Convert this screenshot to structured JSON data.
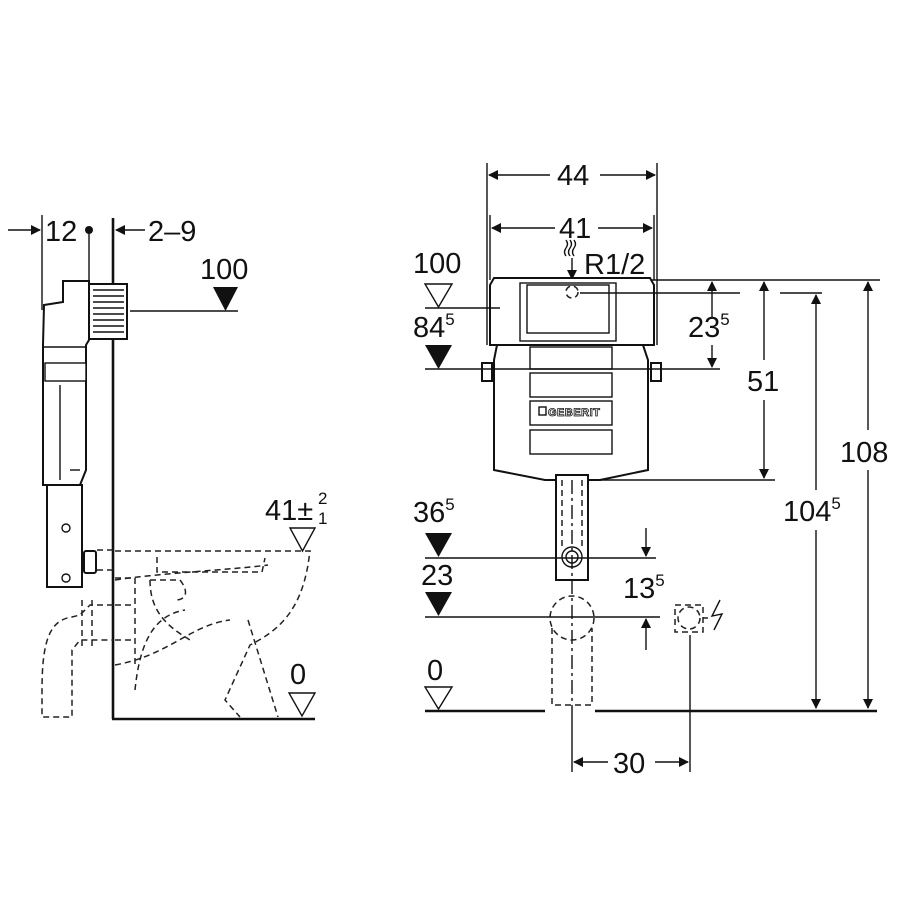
{
  "side_view": {
    "dim_depth": "12",
    "dim_wall": "2–9",
    "level_actuator": "100",
    "level_seat": "41",
    "level_seat_tolerance_sign": "±",
    "level_seat_tol_plus": "2",
    "level_seat_tol_minus": "1",
    "level_floor": "0"
  },
  "front_view": {
    "dim_width_outer": "44",
    "dim_width_inner": "41",
    "water_connection": "R1/2",
    "level_100": "100",
    "level_84": "84",
    "level_84_sup": "5",
    "dim_23": "23",
    "dim_23_sup": "5",
    "dim_51": "51",
    "dim_104": "104",
    "dim_104_sup": "5",
    "dim_108": "108",
    "level_36": "36",
    "level_36_sup": "5",
    "level_23": "23",
    "dim_13": "13",
    "dim_13_sup": "5",
    "level_floor": "0",
    "dim_30": "30",
    "brand_logo": "GEBERIT"
  }
}
